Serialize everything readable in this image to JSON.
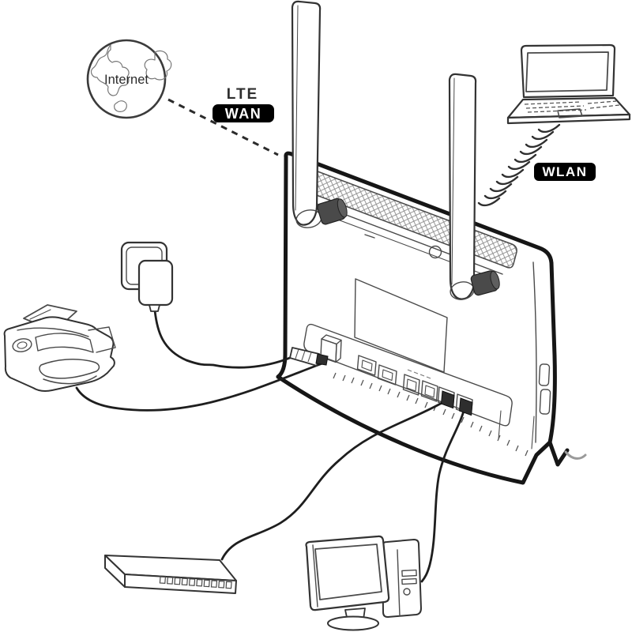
{
  "diagram": {
    "type": "network-setup-illustration",
    "subject": "LTE wireless router rear view with two antennas and connected devices",
    "background": "#ffffff",
    "line_color": "#333333",
    "labels": {
      "internet": "Internet",
      "lte": "LTE",
      "wan": "WAN",
      "wlan": "WLAN"
    },
    "badges": [
      {
        "text": "WAN",
        "bg": "#000000",
        "fg": "#ffffff"
      },
      {
        "text": "WLAN",
        "bg": "#000000",
        "fg": "#ffffff"
      }
    ],
    "nodes": [
      {
        "id": "internet",
        "shape": "globe",
        "label": "Internet"
      },
      {
        "id": "router",
        "shape": "lte-router-back",
        "label": ""
      },
      {
        "id": "laptop",
        "shape": "laptop",
        "label": ""
      },
      {
        "id": "printer",
        "shape": "printer",
        "label": ""
      },
      {
        "id": "power-outlet",
        "shape": "wall-socket-with-adapter",
        "label": ""
      },
      {
        "id": "switch",
        "shape": "ethernet-switch-8port",
        "label": ""
      },
      {
        "id": "desktop",
        "shape": "desktop-computer",
        "label": ""
      }
    ],
    "connections": [
      {
        "from": "internet",
        "to": "router",
        "style": "dashed-line",
        "label": "LTE WAN"
      },
      {
        "from": "router",
        "to": "laptop",
        "style": "wireless-arcs",
        "label": "WLAN"
      },
      {
        "from": "power-outlet",
        "to": "router-power-port",
        "style": "power-cable",
        "label": ""
      },
      {
        "from": "printer",
        "to": "router-usb-port",
        "style": "usb-cable",
        "label": ""
      },
      {
        "from": "router-lan-port-3",
        "to": "switch",
        "style": "ethernet-cable",
        "label": ""
      },
      {
        "from": "router-lan-port-4",
        "to": "desktop",
        "style": "ethernet-cable",
        "label": ""
      }
    ]
  }
}
